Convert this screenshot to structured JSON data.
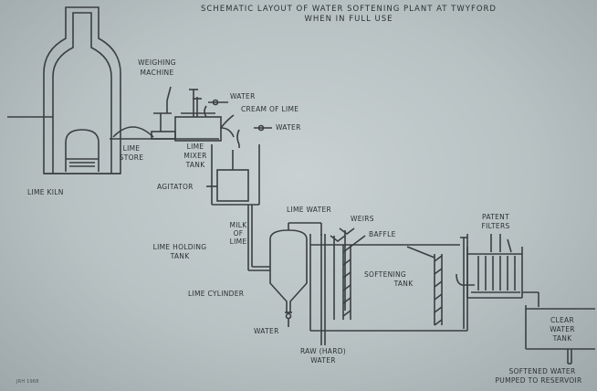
{
  "title": {
    "line1": "SCHEMATIC LAYOUT OF WATER SOFTENING PLANT AT TWYFORD",
    "line2": "WHEN IN FULL USE"
  },
  "labels": {
    "lime_kiln": "LIME KILN",
    "weighing_machine_1": "WEIGHING",
    "weighing_machine_2": "MACHINE",
    "lime_store_1": "LIME",
    "lime_store_2": "STORE",
    "water_top": "WATER",
    "cream_of_lime": "CREAM OF LIME",
    "water_mid": "WATER",
    "lime_mixer_1": "LIME",
    "lime_mixer_2": "MIXER",
    "lime_mixer_3": "TANK",
    "agitator": "AGITATOR",
    "milk_of_lime_1": "MILK",
    "milk_of_lime_2": "OF",
    "milk_of_lime_3": "LIME",
    "lime_holding_1": "LIME HOLDING",
    "lime_holding_2": "TANK",
    "lime_cylinder": "LIME CYLINDER",
    "water_bottom": "WATER",
    "lime_water": "LIME WATER",
    "weirs": "WEIRS",
    "baffle": "BAFFLE",
    "patent_filters_1": "PATENT",
    "patent_filters_2": "FILTERS",
    "softening_tank_1": "Softening",
    "softening_tank_2": "Tank",
    "raw_water_1": "RAW (HARD)",
    "raw_water_2": "WATER",
    "clear_water_1": "CLEAR",
    "clear_water_2": "WATER",
    "clear_water_3": "TANK",
    "softened_1": "SOFTENED WATER",
    "softened_2": "PUMPED TO RESERVOIR",
    "signature": "JRH 1968"
  }
}
